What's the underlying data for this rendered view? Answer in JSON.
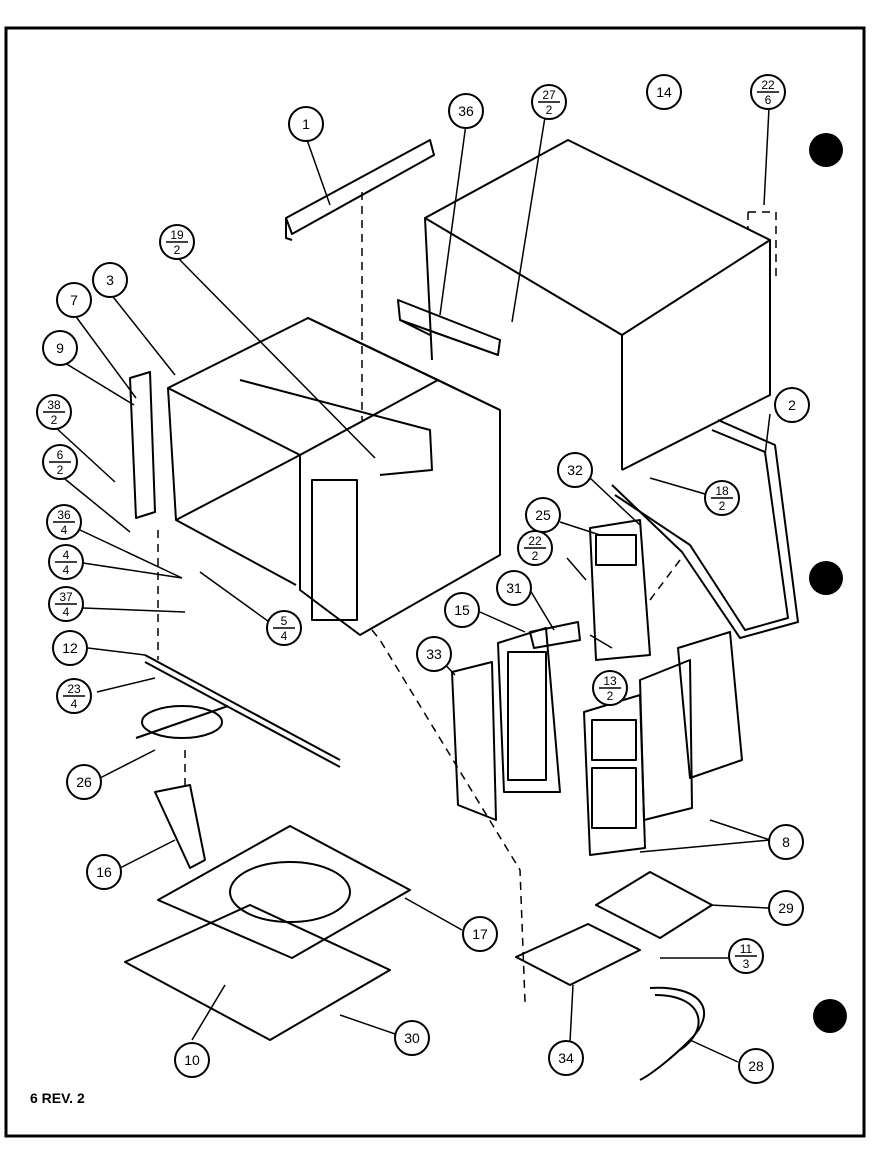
{
  "diagram": {
    "revision_text": "6 REV. 2",
    "callouts": [
      {
        "id": "c1",
        "label": "1"
      },
      {
        "id": "c36",
        "label": "36"
      },
      {
        "id": "c27",
        "label": "27",
        "sub": "2"
      },
      {
        "id": "c14",
        "label": "14"
      },
      {
        "id": "c22a",
        "label": "22",
        "sub": "6"
      },
      {
        "id": "c19",
        "label": "19",
        "sub": "2"
      },
      {
        "id": "c3",
        "label": "3"
      },
      {
        "id": "c7",
        "label": "7"
      },
      {
        "id": "c9",
        "label": "9"
      },
      {
        "id": "c38",
        "label": "38",
        "sub": "2"
      },
      {
        "id": "c6",
        "label": "6",
        "sub": "2"
      },
      {
        "id": "c36b",
        "label": "36",
        "sub": "4"
      },
      {
        "id": "c4",
        "label": "4",
        "sub": "4"
      },
      {
        "id": "c37",
        "label": "37",
        "sub": "4"
      },
      {
        "id": "c5",
        "label": "5",
        "sub": "4"
      },
      {
        "id": "c12",
        "label": "12"
      },
      {
        "id": "c23",
        "label": "23",
        "sub": "4"
      },
      {
        "id": "c26",
        "label": "26"
      },
      {
        "id": "c16",
        "label": "16"
      },
      {
        "id": "c17",
        "label": "17"
      },
      {
        "id": "c10",
        "label": "10"
      },
      {
        "id": "c30",
        "label": "30"
      },
      {
        "id": "c2",
        "label": "2"
      },
      {
        "id": "c18",
        "label": "18",
        "sub": "2"
      },
      {
        "id": "c32",
        "label": "32"
      },
      {
        "id": "c25",
        "label": "25"
      },
      {
        "id": "c22b",
        "label": "22",
        "sub": "2"
      },
      {
        "id": "c31",
        "label": "31"
      },
      {
        "id": "c15",
        "label": "15"
      },
      {
        "id": "c33",
        "label": "33"
      },
      {
        "id": "c13",
        "label": "13",
        "sub": "2"
      },
      {
        "id": "c8",
        "label": "8"
      },
      {
        "id": "c29",
        "label": "29"
      },
      {
        "id": "c11",
        "label": "11",
        "sub": "3"
      },
      {
        "id": "c34",
        "label": "34"
      },
      {
        "id": "c28",
        "label": "28"
      }
    ]
  }
}
